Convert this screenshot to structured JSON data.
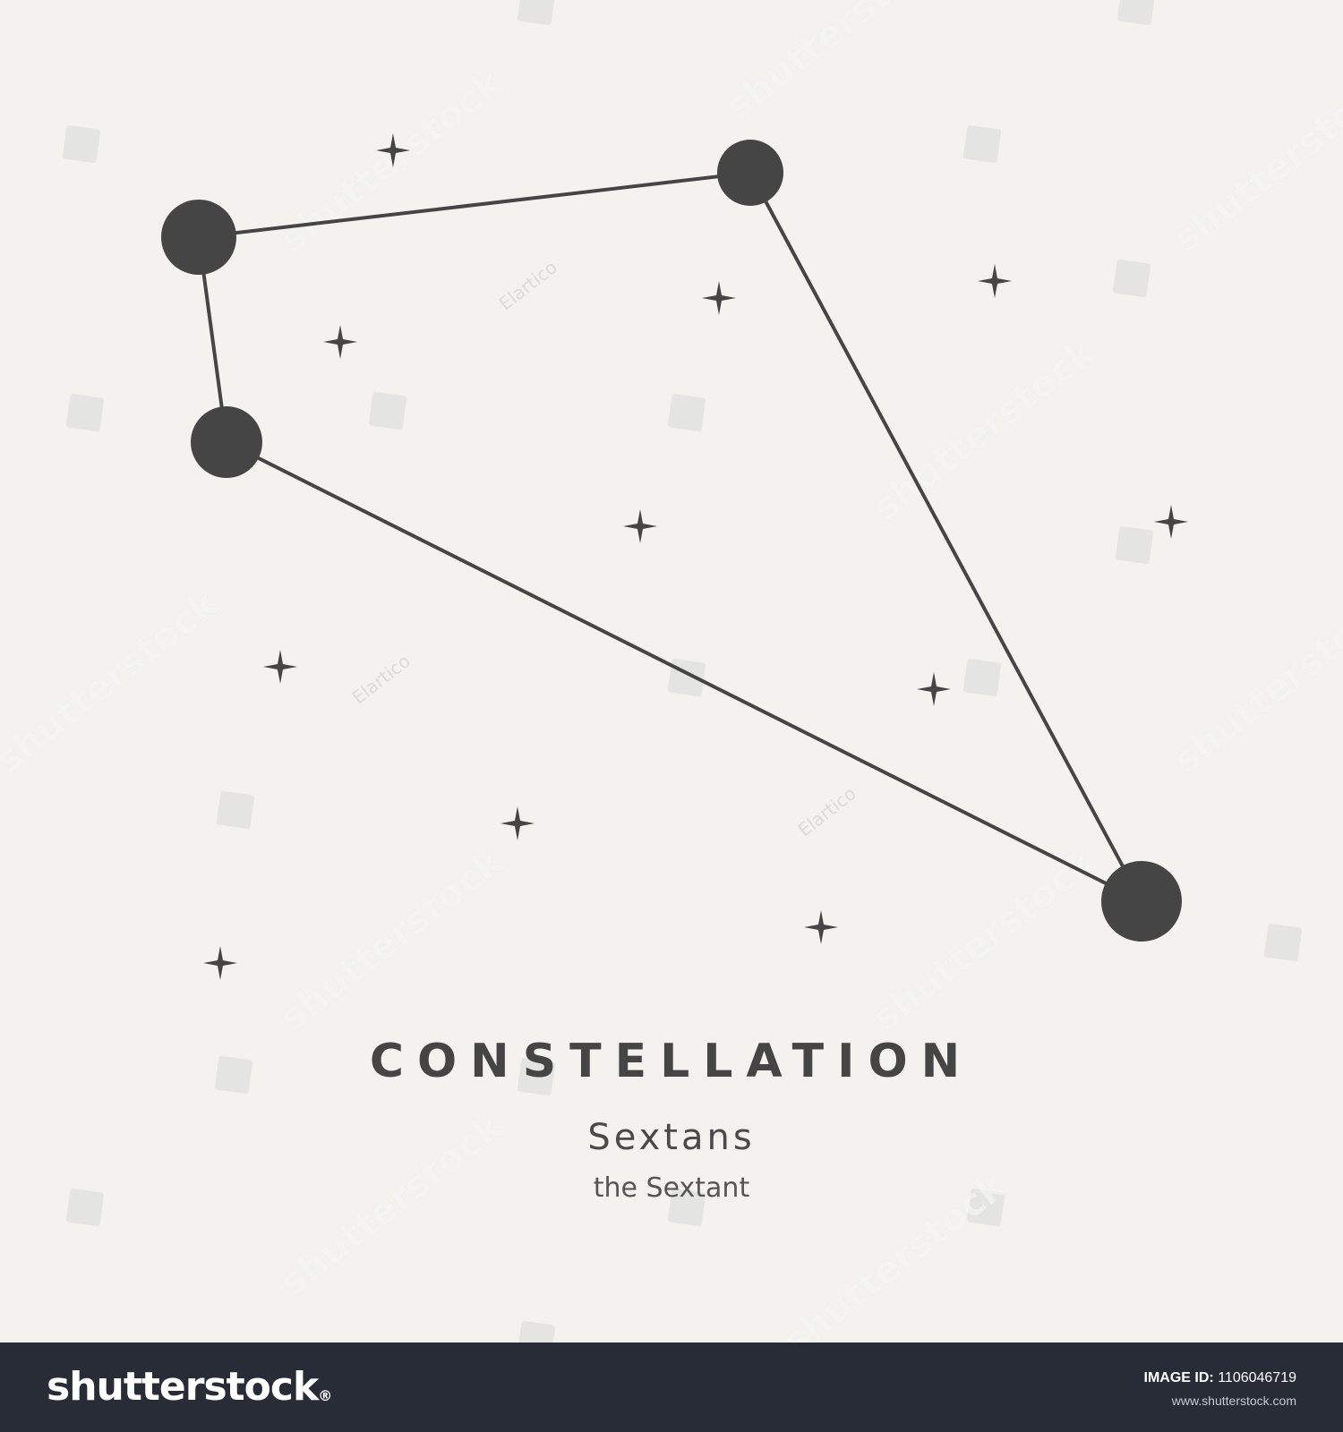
{
  "artwork": {
    "background_color": "#f3f2ef",
    "ink_color": "#454545",
    "title": "CONSTELLATION",
    "name": "Sextans",
    "caption": "the Sextant"
  },
  "watermark": {
    "brand_text": "shutterstock",
    "author_text": "Elartico"
  },
  "footer": {
    "background_color": "#272c37",
    "logo_text": "shutterstock",
    "logo_registered": "®",
    "image_id_label": "IMAGE ID:",
    "image_id_value": "1106046719",
    "url": "www.shutterstock.com"
  }
}
